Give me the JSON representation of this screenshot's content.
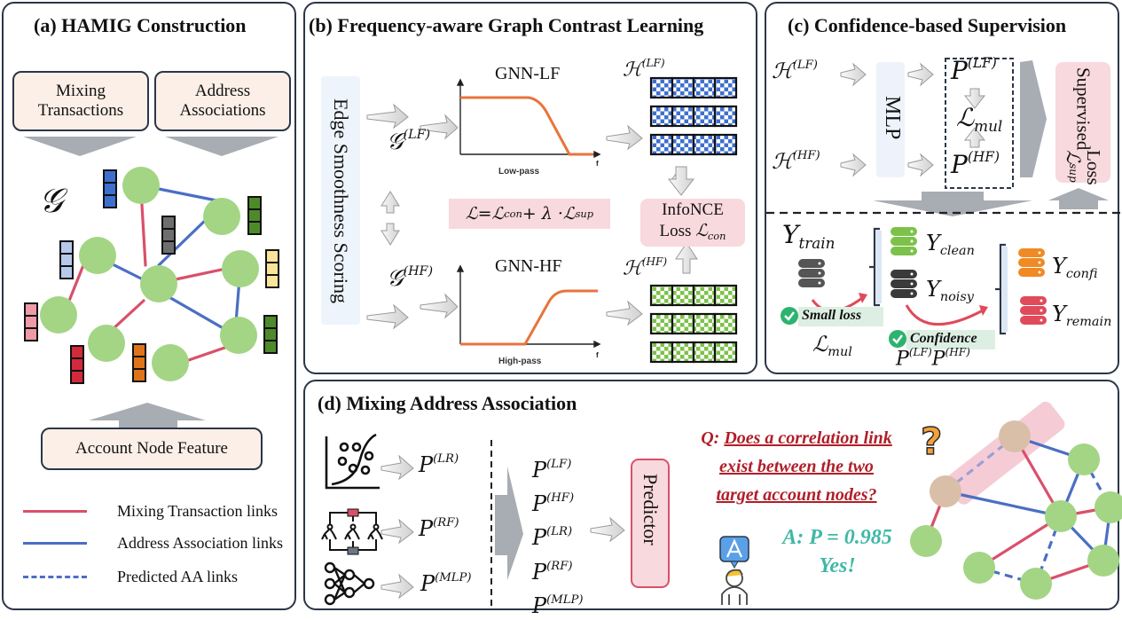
{
  "panels": {
    "a": {
      "title": "(a) HAMIG Construction",
      "input_boxes": [
        "Mixing Transactions",
        "Address Associations"
      ],
      "input_box_lines": [
        [
          "Mixing",
          "Transactions"
        ],
        [
          "Address",
          "Associations"
        ]
      ],
      "graph_symbol": "𝒢",
      "feature_box": "Account Node Feature",
      "legend": [
        {
          "label": "Mixing Transaction links",
          "style": "solid",
          "color": "#d9506a"
        },
        {
          "label": "Address Association links",
          "style": "solid",
          "color": "#4a6fc4"
        },
        {
          "label": "Predicted AA links",
          "style": "dashed",
          "color": "#4a6fc4"
        }
      ],
      "node_feature_colors": [
        "#3e6fcf",
        "#6e6e6e",
        "#4e8a2a",
        "#b7c9ea",
        "#fbe49a",
        "#ef9aa8",
        "#4e8a2a",
        "#d22a3a",
        "#e0731a"
      ]
    },
    "b": {
      "title": "(b) Frequency-aware Graph Contrast Learning",
      "scoring_label": "Edge Smoothness Scoring",
      "graph_lf": {
        "base": "𝒢",
        "sup": "(LF)"
      },
      "graph_hf": {
        "base": "𝒢",
        "sup": "(HF)"
      },
      "gnn_lf_label": "GNN-LF",
      "gnn_hf_label": "GNN-HF",
      "lowpass_label": "Low-pass",
      "highpass_label": "High-pass",
      "axis_label": "f",
      "loss_formula": {
        "lhs": "ℒ",
        "eq": " = ",
        "t1": "ℒ",
        "t1_sub": "con",
        "plus": " + λ · ",
        "t2": "ℒ",
        "t2_sub": "sup"
      },
      "h_lf": {
        "base": "ℋ",
        "sup": "(LF)"
      },
      "h_hf": {
        "base": "ℋ",
        "sup": "(HF)"
      },
      "infonce": {
        "line1": "InfoNCE",
        "line2": "Loss ",
        "sym": "ℒ",
        "sub": "con"
      },
      "embedding_colors": {
        "lf": "#3e6fcf",
        "hf": "#7cc24a"
      }
    },
    "c": {
      "title": "(c) Confidence-based Supervision",
      "h_lf": {
        "base": "ℋ",
        "sup": "(LF)"
      },
      "h_hf": {
        "base": "ℋ",
        "sup": "(HF)"
      },
      "mlp_label": "MLP",
      "p_lf": {
        "base": "P",
        "sup": "(LF)"
      },
      "p_hf": {
        "base": "P",
        "sup": "(HF)"
      },
      "l_mul": {
        "base": "ℒ",
        "sub": "mul"
      },
      "supervised": {
        "line1": "Supervised",
        "line2": "Loss ",
        "sym": "ℒ",
        "sub": "sup"
      },
      "y_train": {
        "base": "Y",
        "sub": "train"
      },
      "y_clean": {
        "base": "Y",
        "sub": "clean"
      },
      "y_noisy": {
        "base": "Y",
        "sub": "noisy"
      },
      "y_confi": {
        "base": "Y",
        "sub": "confi"
      },
      "y_remain": {
        "base": "Y",
        "sub": "remain"
      },
      "small_loss_label": "Small loss",
      "small_loss_term": {
        "base": "ℒ",
        "sub": "mul"
      },
      "confidence_label": "Confidence",
      "confidence_terms": [
        {
          "base": "P",
          "sup": "(LF)"
        },
        {
          "base": "P",
          "sup": "(HF)"
        }
      ],
      "db_colors": {
        "train": "#555555",
        "clean": "#7cc24a",
        "noisy": "#3a3a3a",
        "confi": "#f08a24",
        "remain": "#e04a5a"
      }
    },
    "d": {
      "title": "(d) Mixing Address Association",
      "model_outputs": [
        {
          "icon": "logistic-regression-icon",
          "base": "P",
          "sup": "(LR)"
        },
        {
          "icon": "random-forest-icon",
          "base": "P",
          "sup": "(RF)"
        },
        {
          "icon": "neural-network-icon",
          "base": "P",
          "sup": "(MLP)"
        }
      ],
      "combined_probs": [
        {
          "base": "P",
          "sup": "(LF)"
        },
        {
          "base": "P",
          "sup": "(HF)"
        },
        {
          "base": "P",
          "sup": "(LR)"
        },
        {
          "base": "P",
          "sup": "(RF)"
        },
        {
          "base": "P",
          "sup": "(MLP)"
        }
      ],
      "predictor_label": "Predictor",
      "question_prefix": "Q: ",
      "question_lines": [
        "Does a correlation link",
        "exist between the two",
        "target account nodes?"
      ],
      "answer_line1": "A: P = 0.985",
      "answer_line2": "Yes!",
      "answer_probability": 0.985,
      "question_color": "#b01e28",
      "answer_color": "#3fb8a6"
    }
  }
}
